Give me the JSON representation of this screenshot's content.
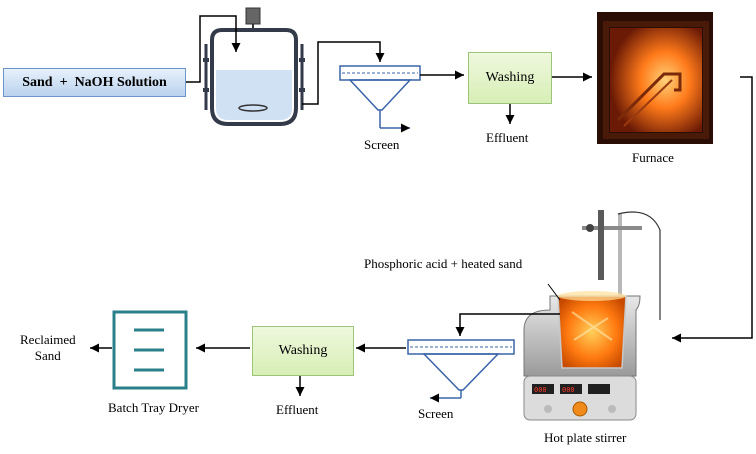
{
  "feed": {
    "label": "Sand  +  NaOH Solution"
  },
  "screen_top": {
    "label": "Screen"
  },
  "washing_top": {
    "label": "Washing"
  },
  "effluent_top": {
    "label": "Effluent"
  },
  "furnace": {
    "label": "Furnace"
  },
  "phosphoric": {
    "label": "Phosphoric acid + heated sand"
  },
  "hotplate": {
    "label": "Hot plate stirrer"
  },
  "screen_bottom": {
    "label": "Screen"
  },
  "washing_bottom": {
    "label": "Washing"
  },
  "effluent_bottom": {
    "label": "Effluent"
  },
  "dryer": {
    "label": "Batch Tray Dryer"
  },
  "reclaimed": {
    "line1": "Reclaimed",
    "line2": "Sand"
  },
  "colors": {
    "washing_fill": "#dcefbf",
    "feed_fill": "#c9dcf2",
    "furnace_glow": "#ff6a00",
    "dryer_outline": "#2a7f8a"
  }
}
